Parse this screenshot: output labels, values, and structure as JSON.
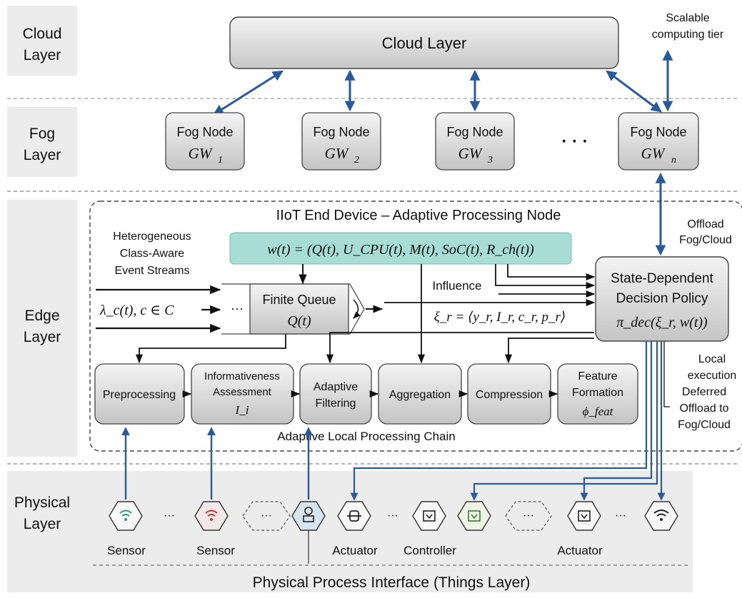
{
  "layers": {
    "cloud": [
      "Cloud",
      "Layer"
    ],
    "fog": [
      "Fog",
      "Layer"
    ],
    "edge": [
      "Edge",
      "Layer"
    ],
    "physical": [
      "Physical",
      "Layer"
    ]
  },
  "cloud_layer": {
    "title": "Cloud Layer",
    "note": [
      "Scalable",
      "computing tier"
    ]
  },
  "fog_nodes": [
    {
      "label": "Fog Node",
      "gw": "GW",
      "sub": "1"
    },
    {
      "label": "Fog Node",
      "gw": "GW",
      "sub": "2"
    },
    {
      "label": "Fog Node",
      "gw": "GW",
      "sub": "3"
    },
    {
      "label": "Fog Node",
      "gw": "GW",
      "sub": "n"
    }
  ],
  "fog_ellipsis": "· · ·",
  "edge": {
    "device_title": "IIoT End Device – Adaptive Processing Node",
    "streams_label": [
      "Heterogeneous",
      "Class-Aware",
      "Event Streams"
    ],
    "lambda_label": "λ_c(t), c ∈ C",
    "stream_ellipsis": "···",
    "state_vector": "w(t) = (Q(t), U_CPU(t), M(t), SoC(t), R_ch(t))",
    "queue": {
      "label": "Finite Queue",
      "var": "Q(t)"
    },
    "influence": "Influence",
    "xi": "ξ_r = ⟨y_r, I_r, c_r, p_r⟩",
    "policy": [
      "State-Dependent",
      "Decision Policy",
      "π_dec(ξ_r, w(t))"
    ],
    "offload": [
      "Offload",
      "Fog/Cloud"
    ],
    "local_exec": [
      "Local",
      "execution"
    ],
    "deferred": [
      "Deferred",
      "Offload to",
      "Fog/Cloud"
    ],
    "chain_label": "Adaptive Local Processing Chain",
    "chain": [
      {
        "lines": [
          "Preprocessing"
        ]
      },
      {
        "lines": [
          "Informativeness",
          "Assessment",
          "I_i"
        ]
      },
      {
        "lines": [
          "Adaptive",
          "Filtering"
        ]
      },
      {
        "lines": [
          "Aggregation"
        ]
      },
      {
        "lines": [
          "Compression"
        ]
      },
      {
        "lines": [
          "Feature",
          "Formation",
          "ϕ_feat"
        ]
      }
    ]
  },
  "physical": {
    "device_labels": [
      "Sensor",
      "Sensor",
      "Actuator",
      "Controller",
      "Actuator"
    ],
    "ellipsis": "···",
    "interface": "Physical Process Interface (Things Layer)"
  },
  "colors": {
    "arrow_blue": "#2a5a9a",
    "teal_box": "#a8ddd6",
    "band": "#ececec",
    "box_fill": "#d6d6d6"
  }
}
